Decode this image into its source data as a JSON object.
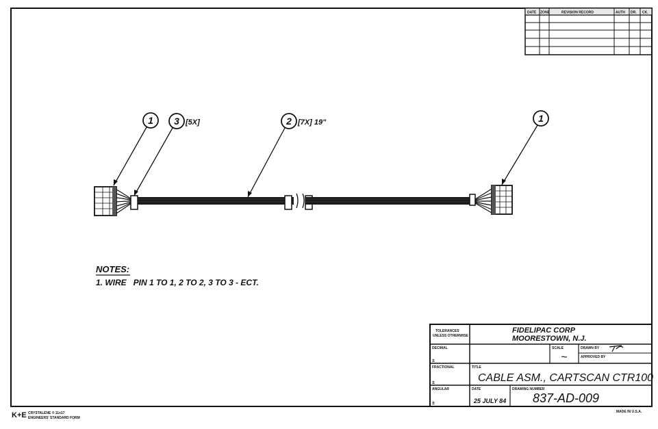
{
  "revision_block": {
    "headers": [
      "DATE",
      "ZONE",
      "REVISION RECORD",
      "AUTH",
      "DR.",
      "CK."
    ]
  },
  "callouts": [
    {
      "number": "1",
      "label": ""
    },
    {
      "number": "3",
      "label": "[5X]"
    },
    {
      "number": "2",
      "label": "[7X] 19\""
    },
    {
      "number": "1",
      "label": ""
    }
  ],
  "notes": {
    "heading": "NOTES:",
    "items": [
      "1. WIRE   PIN 1 TO 1, 2 TO 2, 3 TO 3 - ECT."
    ]
  },
  "title_block": {
    "tolerances_label": "TOLERANCES",
    "tolerances_sub": "UNLESS OTHERWISE",
    "company": "FIDELIPAC CORP",
    "location": "MOORESTOWN, N.J.",
    "decimal_label": "DECIMAL",
    "scale_label": "SCALE",
    "scale_value": "~",
    "drawn_by_label": "DRAWN BY",
    "approved_by_label": "APPROVED BY",
    "fractional_label": "FRACTIONAL",
    "title_label": "TITLE",
    "title": "CABLE ASM., CARTSCAN CTR100",
    "angular_label": "ANGULAR",
    "date_label": "DATE",
    "date_value": "25 JULY 84",
    "drawing_number_label": "DRAWING NUMBER",
    "drawing_number": "837-AD-009",
    "pm1": "±",
    "pm2": "±",
    "pm3": "±"
  },
  "footer": {
    "brand": "K+E",
    "brand_line1": "CRYSTALENE ® 11x17",
    "brand_line2": "ENGINEERS' STANDARD FORM",
    "made_in": "MADE IN U.S.A."
  }
}
